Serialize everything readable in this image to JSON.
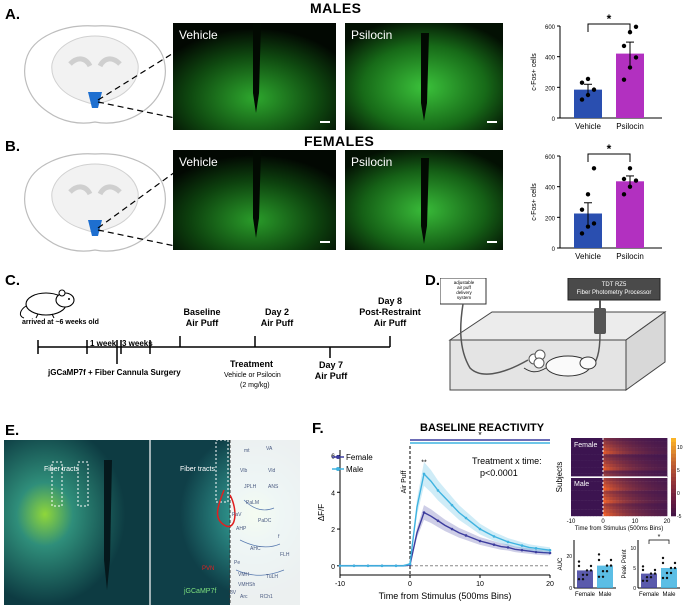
{
  "panelA": {
    "letter": "A.",
    "title": "MALES",
    "img_vehicle_label": "Vehicle",
    "img_psilocin_label": "Psilocin",
    "bar_chart": {
      "ylabel": "c-Fos+ cells",
      "sig": "*",
      "categories": [
        "Vehicle",
        "Psilocin"
      ]
    }
  },
  "panelB": {
    "letter": "B.",
    "title": "FEMALES",
    "img_vehicle_label": "Vehicle",
    "img_psilocin_label": "Psilocin",
    "bar_chart": {
      "ylabel": "c-Fos+ cells",
      "sig": "*",
      "categories": [
        "Vehicle",
        "Psilocin"
      ]
    }
  },
  "panelC": {
    "letter": "C.",
    "arrived": "arrived at ~6 weeks old",
    "week1": "1 week",
    "week3": "3 weeks",
    "baseline1": "Baseline",
    "baseline2": "Air Puff",
    "surgery": "jGCaMP7f + Fiber Cannula Surgery",
    "treatment": "Treatment",
    "treatment_sub1": "Vehicle or Psilocin",
    "treatment_sub2": "(2 mg/kg)",
    "day2a": "Day 2",
    "day2b": "Air Puff",
    "day7a": "Day 7",
    "day7b": "Air Puff",
    "day8a": "Day 8",
    "day8b": "Post-Restraint",
    "day8c": "Air Puff"
  },
  "panelD": {
    "letter": "D.",
    "airpuff1": "adjustable",
    "airpuff2": "air puff",
    "airpuff3": "delivery",
    "airpuff4": "system",
    "tdt1": "TDT RZ5",
    "tdt2": "Fiber Photometry Processor"
  },
  "panelE": {
    "letter": "E.",
    "fiber_left": "Fiber tracts",
    "fiber_right": "Fiber tracts",
    "gcamp": "jGCaMP7f",
    "atlas_labels": [
      "mt",
      "VA",
      "Vlb",
      "Vld",
      "JPLH",
      "ANS",
      "PaLM",
      "PaV",
      "AHP",
      "PaDC",
      "f",
      "AHC",
      "FLH",
      "VMH",
      "VMHSh",
      "Pe",
      "TuLH",
      "3V",
      "Arc",
      "RCh1",
      "PVN"
    ]
  },
  "panelF": {
    "letter": "F.",
    "title": "BASELINE REACTIVITY",
    "star": "*",
    "ylabel": "ΔF/F",
    "xlabel": "Time from Stimulus (500ms Bins)",
    "airpuff": "Air Puff",
    "legend_female": "Female",
    "legend_male": "Male",
    "annot1": "Treatment x time:",
    "annot2": "p<0.0001",
    "sigmark": "**",
    "heatmap_female": "Female",
    "heatmap_male": "Male",
    "heatmap_ylabel": "Subjects",
    "heatmap_xlabel": "Time from Stimulus (500ms Bins)",
    "auc_label": "AUC",
    "peak_label": "Peak Point",
    "sex_categories": [
      "Female",
      "Male"
    ],
    "peak_sig": "*"
  },
  "colors": {
    "vehicle_bar": "#2a4fb0",
    "psilocin_bar": "#b230c0",
    "female_line": "#3d3d9e",
    "male_line": "#3fb3e0",
    "micro_green": "#38c838"
  },
  "chart_data": [
    {
      "type": "bar",
      "title": "",
      "categories": [
        "Vehicle",
        "Psilocin"
      ],
      "values": [
        185,
        420
      ],
      "errors": [
        35,
        75
      ],
      "points": [
        [
          120,
          150,
          185,
          230,
          255
        ],
        [
          250,
          330,
          395,
          470,
          560,
          595
        ]
      ],
      "ylabel": "c-Fos+ cells",
      "ylim": [
        0,
        600
      ],
      "yticks": [
        0,
        200,
        400,
        600
      ]
    },
    {
      "type": "bar",
      "title": "",
      "categories": [
        "Vehicle",
        "Psilocin"
      ],
      "values": [
        225,
        435
      ],
      "errors": [
        70,
        35
      ],
      "points": [
        [
          95,
          140,
          160,
          250,
          350,
          520
        ],
        [
          350,
          400,
          440,
          450,
          520
        ]
      ],
      "ylabel": "c-Fos+ cells",
      "ylim": [
        0,
        600
      ],
      "yticks": [
        0,
        200,
        400,
        600
      ]
    },
    {
      "type": "line",
      "title": "BASELINE REACTIVITY",
      "xlabel": "Time from Stimulus (500ms Bins)",
      "ylabel": "ΔF/F",
      "xlim": [
        -10,
        20
      ],
      "ylim": [
        -0.5,
        6.3
      ],
      "xticks": [
        -10,
        0,
        10,
        20
      ],
      "yticks": [
        0,
        2,
        4,
        6
      ],
      "x": [
        -10,
        -9,
        -8,
        -7,
        -6,
        -5,
        -4,
        -3,
        -2,
        -1,
        0,
        1,
        2,
        3,
        4,
        5,
        6,
        7,
        8,
        9,
        10,
        11,
        12,
        13,
        14,
        15,
        16,
        17,
        18,
        19,
        20
      ],
      "series": [
        {
          "name": "Female",
          "values": [
            0,
            0,
            0,
            0,
            0,
            0,
            0,
            0,
            0,
            0,
            0.05,
            1.8,
            2.9,
            2.7,
            2.45,
            2.2,
            2.0,
            1.8,
            1.65,
            1.5,
            1.35,
            1.25,
            1.15,
            1.05,
            1.0,
            0.9,
            0.85,
            0.8,
            0.75,
            0.72,
            0.7
          ]
        },
        {
          "name": "Male",
          "values": [
            0,
            0,
            0,
            0,
            0,
            0,
            0,
            0,
            0,
            0,
            0.1,
            3.2,
            5.0,
            4.6,
            4.1,
            3.7,
            3.3,
            2.9,
            2.6,
            2.3,
            2.0,
            1.8,
            1.6,
            1.45,
            1.3,
            1.2,
            1.1,
            1.0,
            0.95,
            0.9,
            0.85
          ]
        }
      ]
    },
    {
      "type": "heatmap",
      "xlabel": "Time from Stimulus (500ms Bins)",
      "ylabel": "Subjects",
      "xticks": [
        -10,
        0,
        10,
        20
      ],
      "colorbar_ticks": [
        -5,
        0,
        5,
        10
      ],
      "groups": [
        "Female",
        "Male"
      ]
    },
    {
      "type": "bar",
      "categories": [
        "Female",
        "Male"
      ],
      "values": [
        11,
        14
      ],
      "ylabel": "AUC",
      "ylim": [
        0,
        30
      ],
      "yticks": [
        0,
        20
      ]
    },
    {
      "type": "bar",
      "categories": [
        "Female",
        "Male"
      ],
      "values": [
        3.6,
        5.0
      ],
      "ylabel": "Peak Point",
      "ylim": [
        0,
        12
      ],
      "yticks": [
        0,
        5,
        10
      ]
    }
  ]
}
